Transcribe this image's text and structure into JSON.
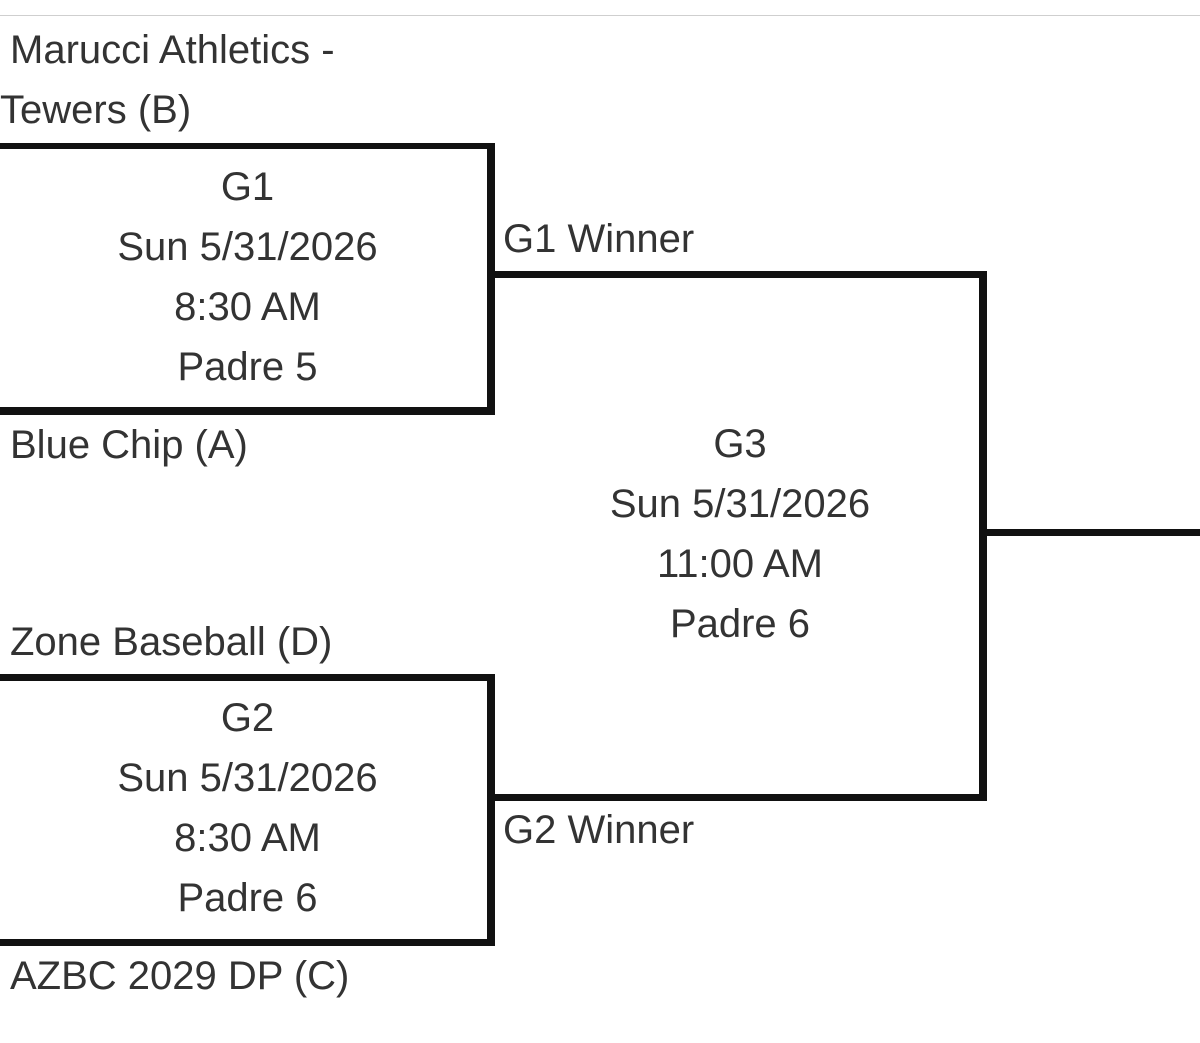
{
  "bracket": {
    "teams": {
      "team_b": "Marucci Athletics -\nTewers (B)",
      "team_b_line1": "Marucci Athletics -",
      "team_b_line2": "Tewers (B)",
      "team_a": "Blue Chip (A)",
      "team_d": "Zone Baseball (D)",
      "team_c": "AZBC 2029 DP (C)"
    },
    "games": {
      "g1": {
        "id": "G1",
        "date": "Sun 5/31/2026",
        "time": "8:30 AM",
        "field": "Padre 5"
      },
      "g2": {
        "id": "G2",
        "date": "Sun 5/31/2026",
        "time": "8:30 AM",
        "field": "Padre 6"
      },
      "g3": {
        "id": "G3",
        "date": "Sun 5/31/2026",
        "time": "11:00 AM",
        "field": "Padre 6"
      }
    },
    "advance_labels": {
      "g1_winner": "G1 Winner",
      "g2_winner": "G2 Winner"
    },
    "line_color": "#111111",
    "text_color": "#333333"
  }
}
